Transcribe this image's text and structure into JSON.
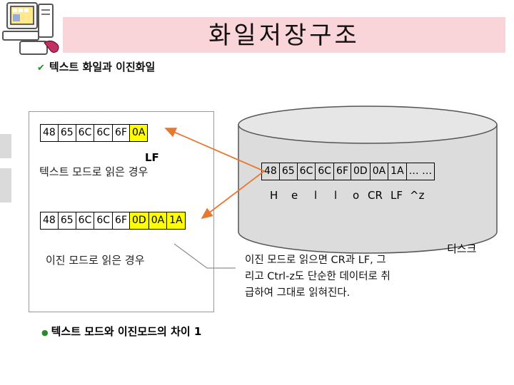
{
  "title": "화일저장구조",
  "subtitle": "텍스트 화일과 이진화일",
  "text_mode": {
    "bytes": [
      "48",
      "65",
      "6C",
      "6C",
      "6F",
      "0A"
    ],
    "lf_label": "LF",
    "caption": "텍스트 모드로 읽은 경우"
  },
  "binary_mode": {
    "bytes": [
      "48",
      "65",
      "6C",
      "6C",
      "6F",
      "0D",
      "0A",
      "1A"
    ],
    "caption": "이진 모드로 읽은 경우"
  },
  "disk": {
    "bytes": [
      "48",
      "65",
      "6C",
      "6C",
      "6F",
      "0D",
      "0A",
      "1A",
      "… …"
    ],
    "chars": [
      "H",
      "e",
      "l",
      "l",
      "o",
      "CR",
      "LF",
      "^z"
    ],
    "label": "디스크"
  },
  "note": [
    "이진 모드로 읽으면 CR과 LF, 그",
    "리고 Ctrl-z도 단순한 데이터로 취",
    "급하여 그대로 읽혀진다."
  ],
  "footer": "텍스트 모드와 이진모드의 차이 1",
  "colors": {
    "highlight": "#ffff00",
    "arrow": "#e87830",
    "disk_fill": "#dcdcdc"
  }
}
